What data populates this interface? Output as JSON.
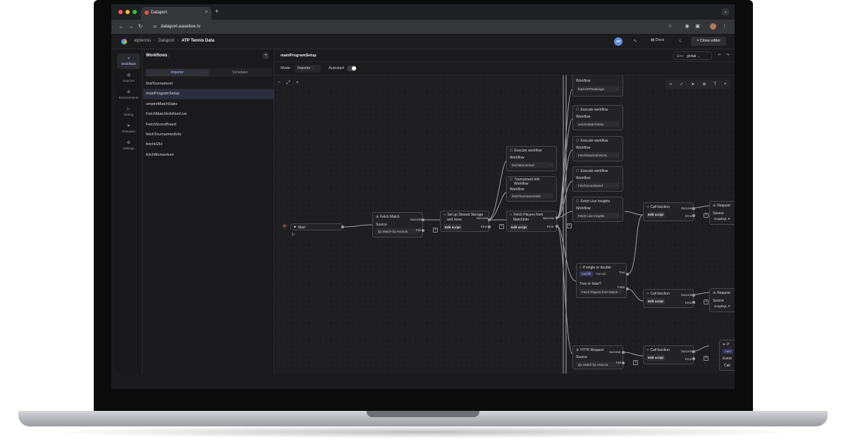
{
  "browser": {
    "tab_title": "Dataport",
    "address": "dataport.easelive.tv",
    "new_tab": "+",
    "close_tab": "×"
  },
  "header": {
    "breadcrumbs": [
      "atptennis",
      "Dataport",
      "ATP Tennis Data"
    ],
    "avatar": "AD",
    "docs": "Docs",
    "close_editor": "Close editor"
  },
  "rail": [
    {
      "label": "Workflows",
      "icon": "workflows-icon",
      "glyph": "⌁"
    },
    {
      "label": "Sources",
      "icon": "database-icon",
      "glyph": "◍"
    },
    {
      "label": "Environments",
      "icon": "globe-icon",
      "glyph": "⊕"
    },
    {
      "label": "Debug",
      "icon": "play-icon",
      "glyph": "▷"
    },
    {
      "label": "Releases",
      "icon": "send-icon",
      "glyph": "➤"
    },
    {
      "label": "Settings",
      "icon": "gear-icon",
      "glyph": "⚙"
    }
  ],
  "workflows": {
    "title": "Workflows",
    "segments": [
      "Importer",
      "Scheduler"
    ],
    "items": [
      "findTournament",
      "mainProgramSetup",
      "umpireMatchStats",
      "FetchMatchInfoNonLive",
      "FetchScoreBoard",
      "fetchTournamentInfo",
      "fetchH2H",
      "fetchMomentum"
    ],
    "active_index": 1
  },
  "editor": {
    "name": "mainProgramSetup",
    "env_label": "Env:",
    "env_value": "global",
    "mode_label": "Mode",
    "mode_value": "Importer",
    "autostart_label": "Autostart"
  },
  "labels": {
    "workflow": "Workflow",
    "source": "Source",
    "edit_script": "Edit script",
    "success": "Success",
    "error": "Error",
    "fail": "Fail",
    "true": "True",
    "false": "False",
    "true_or_false": "True or false?",
    "autofill": "Autofill",
    "manual": "Manual"
  },
  "nodes": {
    "start": "Start",
    "fetch_match": {
      "title": "Fetch Match",
      "source": "QL Match by Associa"
    },
    "setup_storage": {
      "title_1": "Set up Shared Storage",
      "title_2": "and more"
    },
    "fetch_players": {
      "title_1": "Fetch Players from",
      "title_2": "MatchInfo"
    },
    "exec_momentum": {
      "title": "Execute workflow",
      "value": "fetchMomentum"
    },
    "tournament_info": {
      "title": "Tournament Info",
      "value": "fetchTournamentInfo"
    },
    "exec_rankings": {
      "value": "fetchATPRankings"
    },
    "exec_umpire": {
      "title": "Execute workflow",
      "value": "umpireMatchStats"
    },
    "exec_matchinfo": {
      "title": "Execute workflow",
      "value": "FetchMatchInfoNonL"
    },
    "exec_scoreboard": {
      "title": "Execute workflow",
      "value": "FetchScoreBoard"
    },
    "live_insights": {
      "title": "Fetch Live Insights",
      "value": "Fetch Live Insights"
    },
    "if_single": {
      "title": "If single or double",
      "value": "Fetch Players from Match"
    },
    "call_fn_1": {
      "title": "Call function"
    },
    "call_fn_2": {
      "title": "Call function"
    },
    "call_fn_3": {
      "title": "Call function"
    },
    "request_1": {
      "title": "Request",
      "source": "GraphQL P"
    },
    "request_2": {
      "title": "Request",
      "source": "GraphQL P"
    },
    "http_request": {
      "title": "HTTP Request",
      "source": "QL Match by Associa"
    },
    "partial_node": {
      "title": "P",
      "tab": "Auto",
      "label_1": "Event",
      "label_2": "Call"
    }
  },
  "colors": {
    "accent": "#b4b8ff",
    "start_icon": "#e35b4f",
    "canvas_bg": "#1e1e21",
    "node_bg": "#232327",
    "edge": "#a0a0a8"
  }
}
